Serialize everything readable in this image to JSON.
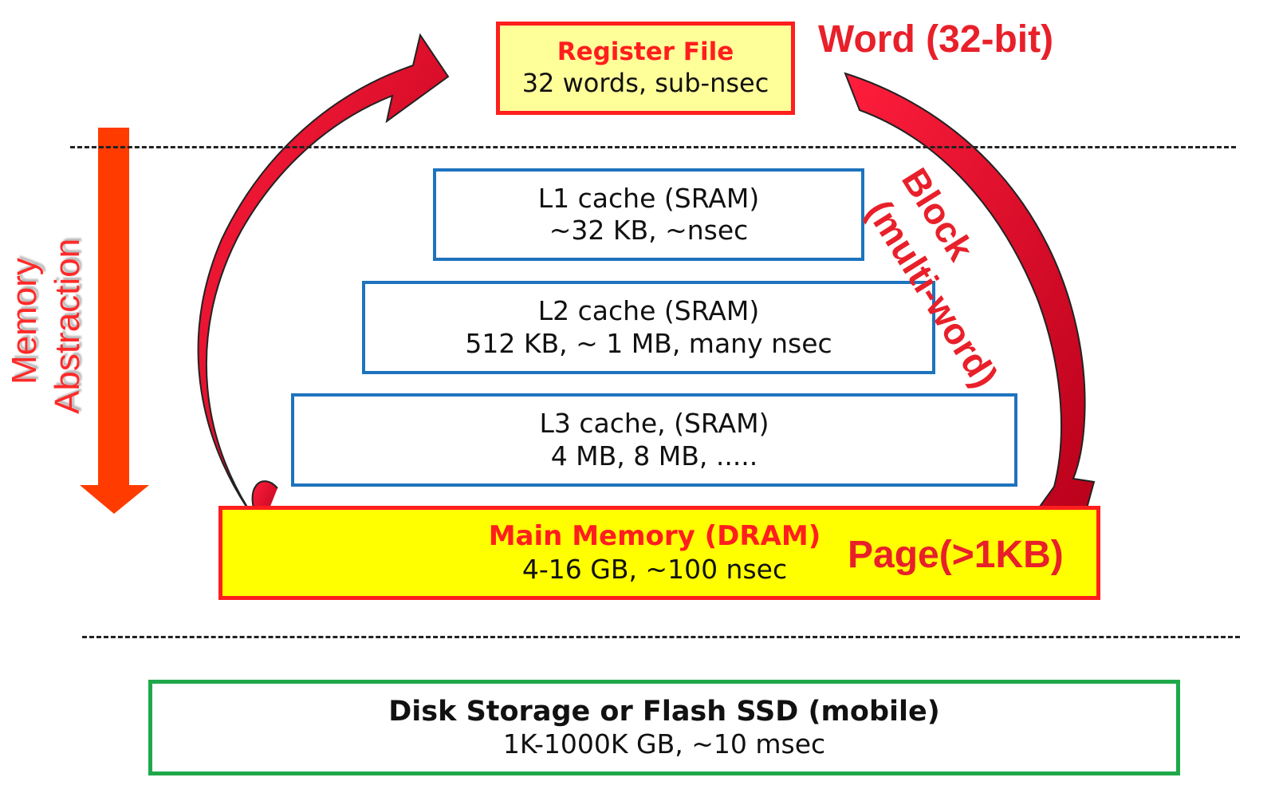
{
  "register_file": {
    "title": "Register File",
    "detail": "32 words, sub-nsec"
  },
  "l1_cache": {
    "title": "L1 cache (SRAM)",
    "detail": "~32 KB, ~nsec"
  },
  "l2_cache": {
    "title": "L2 cache (SRAM)",
    "detail": "512 KB, ~ 1 MB, many nsec"
  },
  "l3_cache": {
    "title": "L3 cache, (SRAM)",
    "detail": "4 MB, 8 MB, ....."
  },
  "main_memory": {
    "title": "Main Memory (DRAM)",
    "detail": "4-16 GB, ~100 nsec"
  },
  "disk": {
    "title": "Disk Storage or Flash SSD (mobile)",
    "detail": "1K-1000K GB, ~10 msec"
  },
  "transfer_units": {
    "word": "Word (32-bit)",
    "block_line1": "Block",
    "block_line2": "(multi-word)",
    "page": "Page(>1KB)"
  },
  "memory_abstraction": {
    "line1": "Memory",
    "line2": "Abstraction"
  },
  "colors": {
    "red": "#e8202a",
    "dark_red": "#c0001c",
    "orange_arrow": "#ff3b00",
    "yellow": "#ffff00",
    "light_yellow": "#ffff99",
    "blue_border": "#1e73be",
    "green_border": "#1fa84a"
  }
}
